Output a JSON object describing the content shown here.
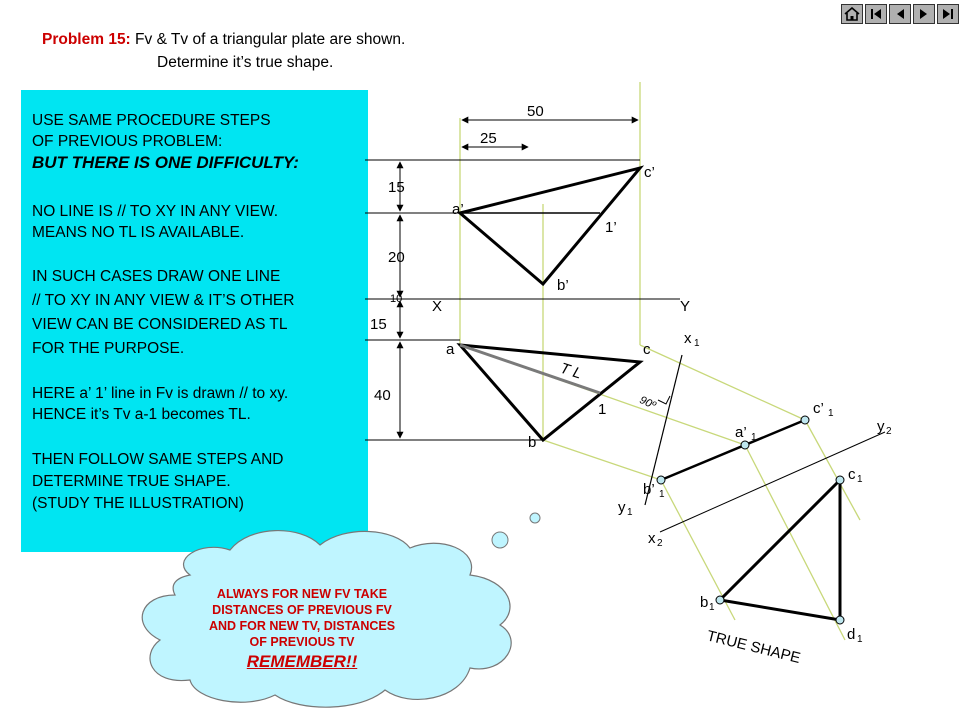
{
  "title": {
    "lead": "Problem 15:",
    "line1": "Fv & Tv of a triangular plate are shown.",
    "line2": "Determine it’s true shape."
  },
  "nav": {
    "icons": [
      "home-icon",
      "first-icon",
      "prev-icon",
      "next-icon",
      "last-icon"
    ]
  },
  "notes": {
    "l1": "USE SAME PROCEDURE STEPS",
    "l2": "OF PREVIOUS PROBLEM:",
    "l3": "BUT THERE IS ONE DIFFICULTY:",
    "l4": "NO LINE IS // TO XY IN ANY VIEW.",
    "l5": "MEANS  NO TL IS AVAILABLE.",
    "l6": "IN SUCH CASES DRAW ONE LINE",
    "l7": "// TO XY IN ANY VIEW & IT’S OTHER",
    "l8": "VIEW CAN BE CONSIDERED AS TL",
    "l9": "FOR THE PURPOSE.",
    "l10": "HERE a’ 1’ line in Fv is drawn // to xy.",
    "l11": "HENCE it’s Tv a-1 becomes TL.",
    "l12": "THEN FOLLOW SAME STEPS AND",
    "l13": "DETERMINE TRUE SHAPE.",
    "l14": " (STUDY THE ILLUSTRATION)"
  },
  "cloud": {
    "l1": "ALWAYS FOR NEW FV TAKE",
    "l2": "DISTANCES OF PREVIOUS FV",
    "l3": "AND FOR NEW TV, DISTANCES",
    "l4": "OF PREVIOUS TV",
    "remember": "REMEMBER!!"
  },
  "dims": {
    "d50": "50",
    "d25": "25",
    "d15a": "15",
    "d20": "20",
    "d10": "10",
    "d15b": "15",
    "d40": "40"
  },
  "labels": {
    "c_prime": "c’",
    "a_prime": "a’",
    "one_prime": "1’",
    "b_prime": "b’",
    "X": "X",
    "Y": "Y",
    "a": "a",
    "c": "c",
    "b": "b",
    "one": "1",
    "tl": "T L",
    "ninety": "90º",
    "x1": "x",
    "x1_sub": "1",
    "y1": "y",
    "y1_sub": "1",
    "c1p": "c’",
    "c1p_sub": "1",
    "a1p": "a’",
    "a1p_sub": "1",
    "b1p": "b’",
    "b1p_sub": "1",
    "y2": "y",
    "y2_sub": "2",
    "x2": "x",
    "x2_sub": "2",
    "c1": "c",
    "c1_sub": "1",
    "b1": "b",
    "b1_sub": "1",
    "d1": "d",
    "d1_sub": "1",
    "true_shape": "TRUE  SHAPE"
  },
  "colors": {
    "panel": "#00e5f2",
    "cloud": "#bff5ff",
    "projector": "#c8d87a",
    "accent": "#cc0000",
    "tl_line": "#7a7a7a"
  }
}
